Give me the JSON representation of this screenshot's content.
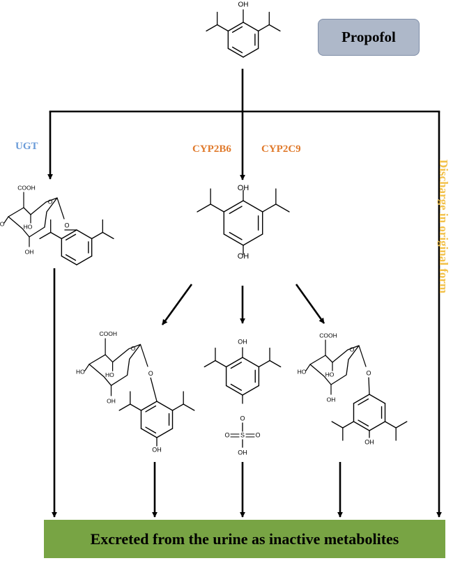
{
  "diagram": {
    "title_box": "Propofol",
    "enzymes": {
      "ugt": "UGT",
      "cyp2b6": "CYP2B6",
      "cyp2c9": "CYP2C9"
    },
    "side_label": "Discharge in original form",
    "bottom_box": "Excreted from the urine as inactive  metabolites"
  },
  "structures": {
    "oh": "OH",
    "cooh": "COOH",
    "ho": "HO",
    "o": "O",
    "s": "S"
  },
  "colors": {
    "title_box_fill": "#aeb8c9",
    "bottom_box_fill": "#78a444",
    "ugt_text": "#6a9bd8",
    "cyp_text": "#e07a2c",
    "side_text": "#f2c14a"
  }
}
